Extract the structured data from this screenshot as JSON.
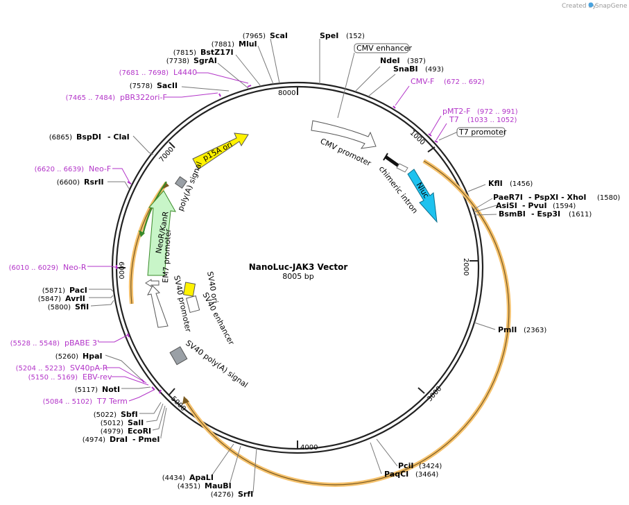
{
  "credit": {
    "text": "Created by",
    "brand": "SnapGene"
  },
  "map": {
    "title": "NanoLuc-JAK3 Vector",
    "size": "8005 bp",
    "ticks": [
      "1000",
      "2000",
      "3000",
      "4000",
      "5000",
      "6000",
      "7000",
      "8000"
    ]
  },
  "enzymes": [
    {
      "name": "ScaI",
      "pos": "(7965)"
    },
    {
      "name": "MluI",
      "pos": "(7881)"
    },
    {
      "name": "BstZ17I",
      "pos": "(7815)"
    },
    {
      "name": "SgrAI",
      "pos": "(7738)"
    },
    {
      "name": "SacII",
      "pos": "(7578)"
    },
    {
      "name": "BspDI",
      "pos": "(6865)",
      "extra": "- ClaI"
    },
    {
      "name": "RsrII",
      "pos": "(6600)"
    },
    {
      "name": "PacI",
      "pos": "(5871)"
    },
    {
      "name": "AvrII",
      "pos": "(5847)"
    },
    {
      "name": "SfiI",
      "pos": "(5800)"
    },
    {
      "name": "HpaI",
      "pos": "(5260)"
    },
    {
      "name": "NotI",
      "pos": "(5117)"
    },
    {
      "name": "SbfI",
      "pos": "(5022)"
    },
    {
      "name": "SalI",
      "pos": "(5012)"
    },
    {
      "name": "EcoRI",
      "pos": "(4979)"
    },
    {
      "name": "DraI",
      "pos": "(4974)",
      "extra": "- PmeI"
    },
    {
      "name": "ApaLI",
      "pos": "(4434)"
    },
    {
      "name": "MauBI",
      "pos": "(4351)"
    },
    {
      "name": "SrfI",
      "pos": "(4276)"
    },
    {
      "name": "SpeI",
      "pos": "(152)"
    },
    {
      "name": "NdeI",
      "pos": "(387)"
    },
    {
      "name": "SnaBI",
      "pos": "(493)"
    },
    {
      "name": "KflI",
      "pos": "(1456)"
    },
    {
      "name": "PaeR7I",
      "pos": "(1580)",
      "extra": "- PspXI   - XhoI"
    },
    {
      "name": "AsiSI",
      "pos": "(1594)",
      "extra": "- PvuI"
    },
    {
      "name": "BsmBI",
      "pos": "(1611)",
      "extra": "- Esp3I"
    },
    {
      "name": "PmlI",
      "pos": "(2363)"
    },
    {
      "name": "PciI",
      "pos": "(3424)"
    },
    {
      "name": "PaqCI",
      "pos": "(3464)"
    }
  ],
  "primers": [
    {
      "name": "L4440",
      "pos": "(7681 .. 7698)"
    },
    {
      "name": "pBR322ori-F",
      "pos": "(7465 .. 7484)"
    },
    {
      "name": "Neo-F",
      "pos": "(6620 .. 6639)"
    },
    {
      "name": "Neo-R",
      "pos": "(6010 .. 6029)"
    },
    {
      "name": "pBABE 3'",
      "pos": "(5528 .. 5548)"
    },
    {
      "name": "SV40pA-R",
      "pos": "(5204 .. 5223)"
    },
    {
      "name": "EBV-rev",
      "pos": "(5150 .. 5169)"
    },
    {
      "name": "T7 Term",
      "pos": "(5084 .. 5102)"
    },
    {
      "name": "CMV-F",
      "pos": "(672 .. 692)"
    },
    {
      "name": "pMT2-F",
      "pos": "(972 .. 991)"
    },
    {
      "name": "T7",
      "pos": "(1033 .. 1052)"
    }
  ],
  "boxed_features": [
    {
      "name": "CMV enhancer"
    },
    {
      "name": "T7 promoter"
    }
  ],
  "features": {
    "cmv_promoter": "CMV promoter",
    "chimeric_intron": "chimeric intron",
    "nluc": "Nluc",
    "p15a_ori": "p15A ori",
    "polya_signal": "poly(A) signal",
    "neor": "NeoR/KanR",
    "em7": "EM7 promoter",
    "sv40_promoter": "SV40 promoter",
    "sv40_ori": "SV40 ori",
    "sv40_enhancer": "SV40 enhancer",
    "sv40_polya": "SV40 poly(A) signal"
  },
  "colors": {
    "backbone": "#222222",
    "primer": "#b233c8",
    "nluc": "#1ec2ef",
    "p15a": "#fff200",
    "neor": "#c8f5c8",
    "orf_highlight": "#f5c16c",
    "grey_feature": "#9aa0a6"
  }
}
